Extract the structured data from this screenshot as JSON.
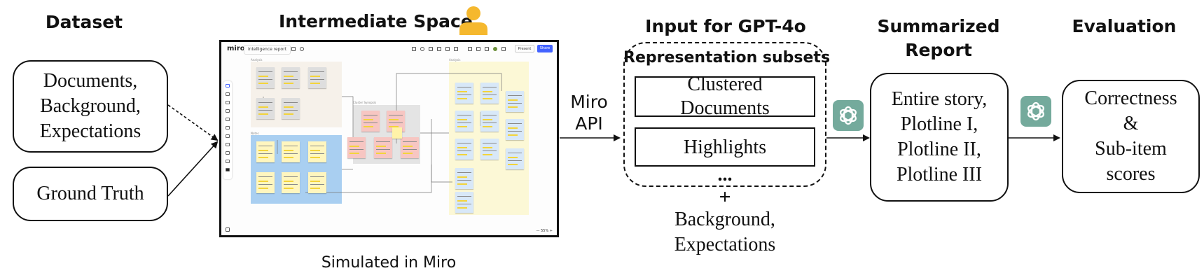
{
  "headers": {
    "dataset": "Dataset",
    "intermediate": "Intermediate Space",
    "input": "Input for GPT-4o",
    "summarized_line1": "Summarized",
    "summarized_line2": "Report",
    "evaluation": "Evaluation"
  },
  "dataset_box": {
    "lines": [
      "Documents,",
      "Background,",
      "Expectations"
    ]
  },
  "ground_truth_box": {
    "label": "Ground Truth"
  },
  "miro_caption": "Simulated in Miro",
  "miro_api": {
    "line1": "Miro",
    "line2": "API"
  },
  "input_group": {
    "title": "Representation subsets",
    "clustered_line1": "Clustered",
    "clustered_line2": "Documents",
    "highlights": "Highlights",
    "ellipsis": "...",
    "plus": "+",
    "background_line1": "Background,",
    "background_line2": "Expectations"
  },
  "report_box": {
    "lines": [
      "Entire story,",
      "Plotline I,",
      "Plotline II,",
      "Plotline III"
    ]
  },
  "evaluation_box": {
    "lines": [
      "Correctness",
      "&",
      "Sub-item",
      "scores"
    ]
  },
  "miro_screenshot": {
    "logo": "miro",
    "board_name": "intelligence report",
    "present_label": "Present",
    "share_label": "Share",
    "zoom": "— 55% +",
    "frames": [
      "Analysis",
      "Notes",
      "Cluster Synopsis",
      "Analysis"
    ]
  },
  "colors": {
    "gpt_icon": "#74aa9c",
    "person_icon": "#f5b82e",
    "frame_beige": "#f6f1ea",
    "frame_blue": "#a9cff1",
    "frame_gray": "#e4e4e4",
    "frame_yellow": "#fcf8d6",
    "note_red": "#f7c6c2",
    "note_blue": "#d8e8f8",
    "note_yellow": "#fff6bf",
    "note_gray": "#dedede"
  }
}
